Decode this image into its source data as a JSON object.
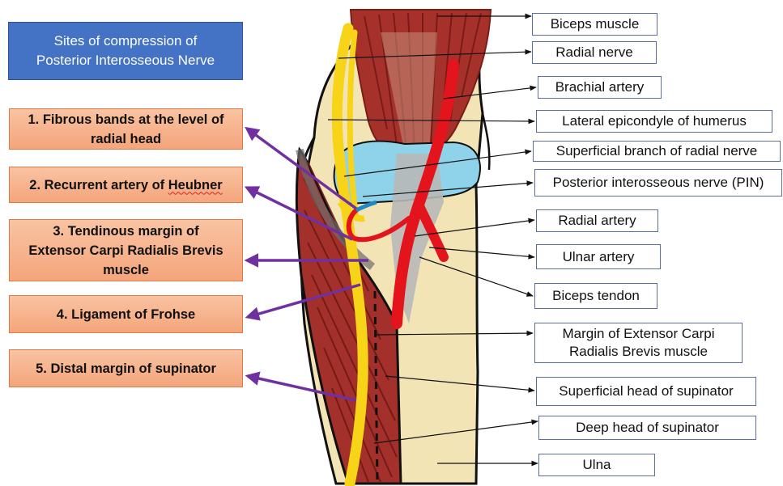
{
  "title": {
    "line1": "Sites of compression of",
    "line2": "Posterior Interosseous Nerve"
  },
  "sites": [
    {
      "line1": "1. Fibrous bands at the level of",
      "line2": "radial head"
    },
    {
      "pre": "2. Recurrent artery of ",
      "word": "Heubner"
    },
    {
      "line1": "3. Tendinous margin of",
      "line2": "Extensor Carpi Radialis Brevis",
      "line3": "muscle"
    },
    {
      "line1": "4. Ligament of Frohse"
    },
    {
      "line1": "5. Distal margin of supinator"
    }
  ],
  "labels": [
    {
      "line1": "Biceps muscle"
    },
    {
      "line1": "Radial nerve"
    },
    {
      "line1": "Brachial artery"
    },
    {
      "line1": "Lateral epicondyle of humerus"
    },
    {
      "line1": "Superficial branch of radial nerve"
    },
    {
      "line1": "Posterior interosseous nerve (PIN)"
    },
    {
      "line1": "Radial artery"
    },
    {
      "line1": "Ulnar artery"
    },
    {
      "line1": "Biceps tendon"
    },
    {
      "line1": "Margin of Extensor Carpi",
      "line2": "Radialis Brevis muscle"
    },
    {
      "line1": "Superficial head of supinator"
    },
    {
      "line1": "Deep head of supinator"
    },
    {
      "line1": "Ulna"
    }
  ],
  "colors": {
    "title_fill": "#4472c4",
    "site_fill": "#f4a57b",
    "site_arrow": "#7030a0",
    "muscle": "#9b2a22",
    "bone": "#f3e4b6",
    "nerve": "#f7d417",
    "artery": "#e3141b",
    "joint_space": "#8fd3ea",
    "tendon": "#b8b8b8"
  }
}
